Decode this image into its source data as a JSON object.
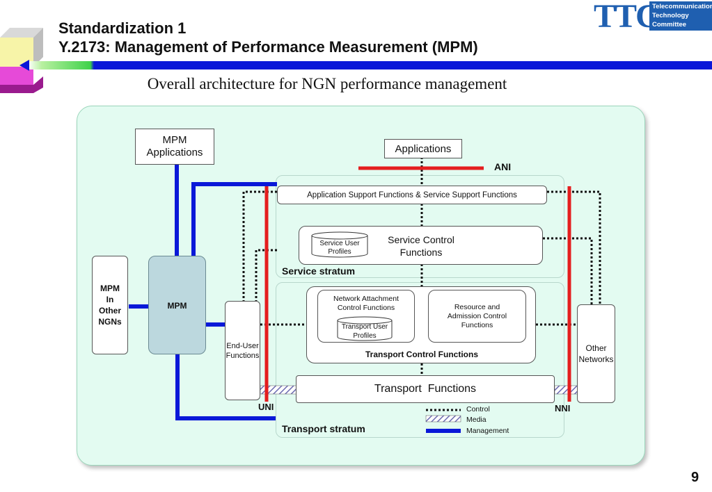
{
  "header": {
    "title_line1": "Standardization 1",
    "title_line2": "Y.2173: Management of Performance Measurement (MPM)",
    "logo_text": "TTC",
    "logo_caption_1": "Telecommunication",
    "logo_caption_2": "Technology",
    "logo_caption_3": "Committee"
  },
  "subtitle": "Overall architecture for NGN performance management",
  "diagram": {
    "mpm_applications": "MPM Applications",
    "applications": "Applications",
    "ani": "ANI",
    "app_support": "Application Support Functions & Service Support Functions",
    "service_control": "Service Control Functions",
    "service_user_profiles": "Service User Profiles",
    "service_stratum": "Service stratum",
    "mpm_other_ngns": "MPM In Other NGNs",
    "mpm": "MPM",
    "nacf": "Network Attachment Control Functions",
    "racf": "Resource and Admission Control Functions",
    "transport_user_profiles": "Transport User Profiles",
    "transport_control": "Transport Control Functions",
    "end_user": "End-User Functions",
    "other_networks": "Other Networks",
    "transport_functions": "Transport  Functions",
    "uni": "UNI",
    "nni": "NNI",
    "transport_stratum": "Transport stratum"
  },
  "legend": [
    {
      "label": "Control",
      "style": "dotted"
    },
    {
      "label": "Media",
      "style": "hatched"
    },
    {
      "label": "Management",
      "style": "solid-blue"
    }
  ],
  "colors": {
    "panel_bg": "#e3fbf1",
    "management_line": "#0a18d8",
    "reference_point": "#e41e1e",
    "mpm_box": "#bcd8de",
    "header_bar": "#0a18d8"
  },
  "page_number": "9"
}
